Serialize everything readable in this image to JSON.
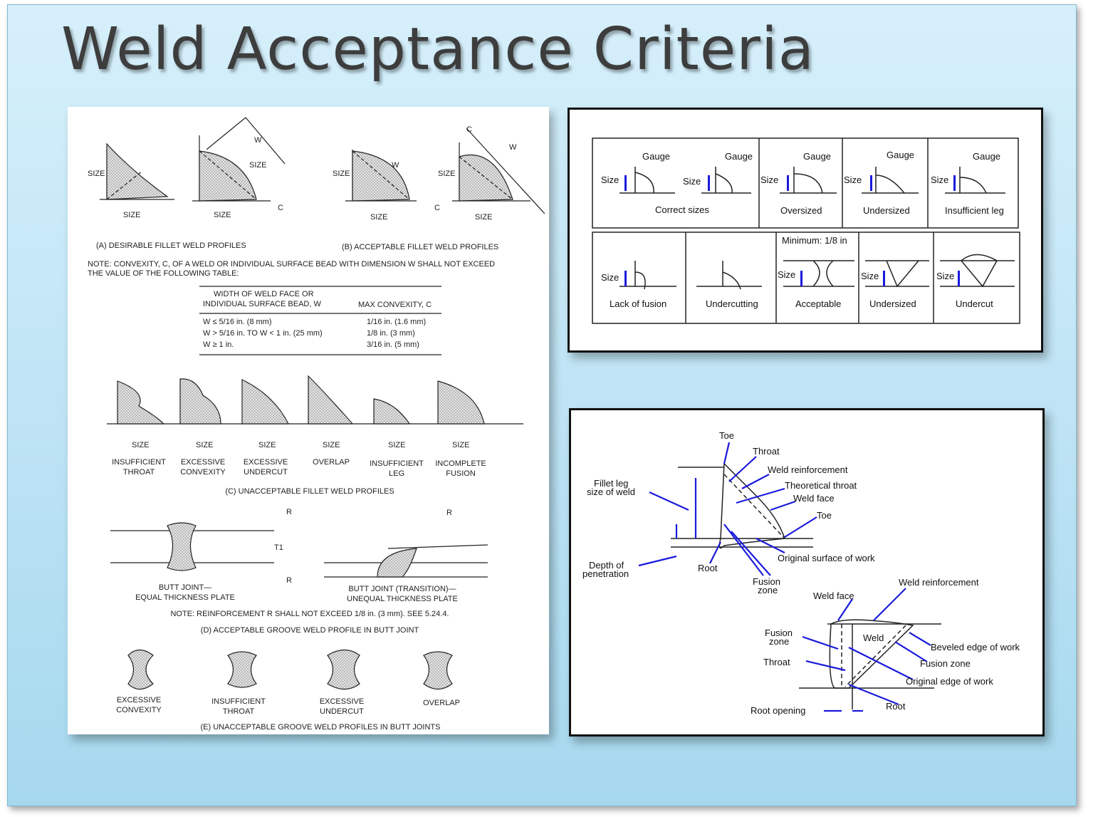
{
  "title": "Weld Acceptance Criteria",
  "left": {
    "sectionA": "(A) DESIRABLE FILLET WELD PROFILES",
    "sectionB": "(B) ACCEPTABLE FILLET WELD PROFILES",
    "note1": "NOTE: CONVEXITY, C, OF A WELD OR INDIVIDUAL SURFACE BEAD WITH DIMENSION W SHALL NOT EXCEED",
    "note2": "THE VALUE OF THE FOLLOWING TABLE:",
    "size": "SIZE",
    "w": "W",
    "c": "C",
    "table": {
      "head1a": "WIDTH OF WELD FACE OR",
      "head1b": "INDIVIDUAL SURFACE BEAD, W",
      "head2": "MAX CONVEXITY, C",
      "rows": [
        {
          "w": "W ≤ 5/16 in. (8 mm)",
          "c": "1/16 in. (1.6 mm)"
        },
        {
          "w": "W > 5/16 in. TO W < 1 in. (25 mm)",
          "c": "1/8 in. (3 mm)"
        },
        {
          "w": "W ≥ 1 in.",
          "c": "3/16 in. (5 mm)"
        }
      ]
    },
    "unacc": [
      {
        "a": "INSUFFICIENT",
        "b": "THROAT"
      },
      {
        "a": "EXCESSIVE",
        "b": "CONVEXITY"
      },
      {
        "a": "EXCESSIVE",
        "b": "UNDERCUT"
      },
      {
        "a": "OVERLAP",
        "b": ""
      },
      {
        "a": "INSUFFICIENT",
        "b": "LEG"
      },
      {
        "a": "INCOMPLETE",
        "b": "FUSION"
      }
    ],
    "sectionC": "(C) UNACCEPTABLE FILLET WELD PROFILES",
    "r": "R",
    "t1": "T1",
    "butt1a": "BUTT JOINT—",
    "butt1b": "EQUAL THICKNESS PLATE",
    "butt2a": "BUTT JOINT (TRANSITION)—",
    "butt2b": "UNEQUAL THICKNESS PLATE",
    "note3": "NOTE: REINFORCEMENT R SHALL NOT EXCEED 1/8 in. (3 mm). SEE 5.24.4.",
    "sectionD": "(D) ACCEPTABLE GROOVE WELD PROFILE IN BUTT JOINT",
    "groove": [
      {
        "a": "EXCESSIVE",
        "b": "CONVEXITY"
      },
      {
        "a": "INSUFFICIENT",
        "b": "THROAT"
      },
      {
        "a": "EXCESSIVE",
        "b": "UNDERCUT"
      },
      {
        "a": "OVERLAP",
        "b": ""
      }
    ],
    "sectionE": "(E) UNACCEPTABLE GROOVE WELD PROFILES IN BUTT JOINTS"
  },
  "topright": {
    "gauge": "Gauge",
    "size": "Size",
    "row1": [
      "Correct sizes",
      "Oversized",
      "Undersized",
      "Insufficient leg"
    ],
    "row2": [
      "Lack of fusion",
      "Undercutting",
      "Acceptable",
      "Undersized",
      "Undercut"
    ],
    "minimum": "Minimum: 1/8 in"
  },
  "bottomright": {
    "toe": "Toe",
    "throat": "Throat",
    "weld_reinforcement": "Weld reinforcement",
    "theoretical_throat": "Theoretical throat",
    "weld_face": "Weld face",
    "toe2": "Toe",
    "fillet_leg_a": "Fillet leg",
    "fillet_leg_b": "size of weld",
    "depth_a": "Depth of",
    "depth_b": "penetration",
    "root": "Root",
    "original_surface": "Original surface of work",
    "fusion_zone_a": "Fusion",
    "fusion_zone_b": "zone",
    "weld_face2": "Weld face",
    "weld_reinforcement2": "Weld reinforcement",
    "weld": "Weld",
    "fusion2_a": "Fusion",
    "fusion2_b": "zone",
    "beveled": "Beveled edge of work",
    "fusion_zone3": "Fusion zone",
    "throat2": "Throat",
    "original_edge": "Original edge of work",
    "root_opening": "Root opening",
    "root2": "Root"
  },
  "colors": {
    "arrow": "#1a1adc",
    "slide_bg": "#bfe4f5",
    "title": "#3d3d3d"
  }
}
